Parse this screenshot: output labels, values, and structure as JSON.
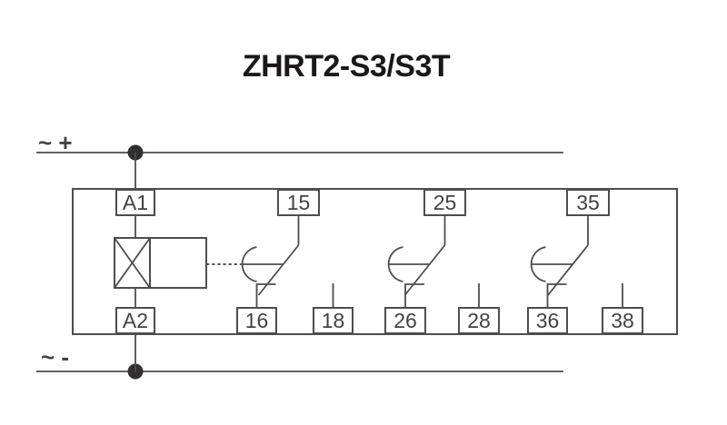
{
  "title": "ZHRT2-S3/S3T",
  "supply": {
    "positive_label": "~ +",
    "negative_label": "~ -"
  },
  "relay": {
    "coil": {
      "top_terminal": "A1",
      "bottom_terminal": "A2"
    },
    "contacts": [
      {
        "common": "15",
        "nc": "16",
        "no": "18"
      },
      {
        "common": "25",
        "nc": "26",
        "no": "28"
      },
      {
        "common": "35",
        "nc": "36",
        "no": "38"
      }
    ]
  },
  "colors": {
    "line": "#4f4c4d",
    "dot": "#332f30",
    "label": "#454142",
    "title": "#1c1819",
    "background": "#ffffff"
  }
}
